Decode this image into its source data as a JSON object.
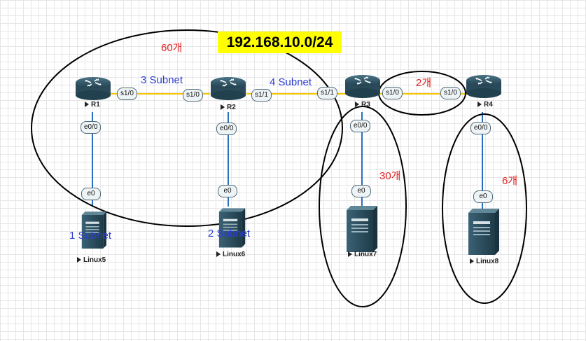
{
  "diagram": {
    "network_title": "192.168.10.0/24",
    "subnets": {
      "s1": "1 Subnet",
      "s2": "2 Subnet",
      "s3": "3 Subnet",
      "s4": "4 Subnet"
    },
    "host_counts": {
      "c60": "60개",
      "c30": "30개",
      "c2": "2개",
      "c6": "6개"
    },
    "routers": [
      "R1",
      "R2",
      "R3",
      "R4"
    ],
    "hosts": [
      "Linux5",
      "Linux6",
      "Linux7",
      "Linux8"
    ],
    "ports": {
      "r1_s": "s1/0",
      "r2_s_left": "s1/0",
      "r2_s_right": "s1/1",
      "r3_s_left": "s1/1",
      "r3_s_right": "s1/0",
      "r4_s": "s1/0",
      "r1_e": "e0/0",
      "r2_e": "e0/0",
      "r3_e": "e0/0",
      "r4_e": "e0/0",
      "l5_e": "e0",
      "l6_e": "e0",
      "l7_e": "e0",
      "l8_e": "e0"
    },
    "colors": {
      "serial_link": "#f5c400",
      "ethernet_link": "#2a6fbf",
      "subnet_text": "#2d3fd0",
      "count_text": "#e02020",
      "title_bg": "#ffff00",
      "device": "#2f5366"
    },
    "icons": [
      "router-icon",
      "server-icon",
      "play-arrow-icon"
    ]
  }
}
